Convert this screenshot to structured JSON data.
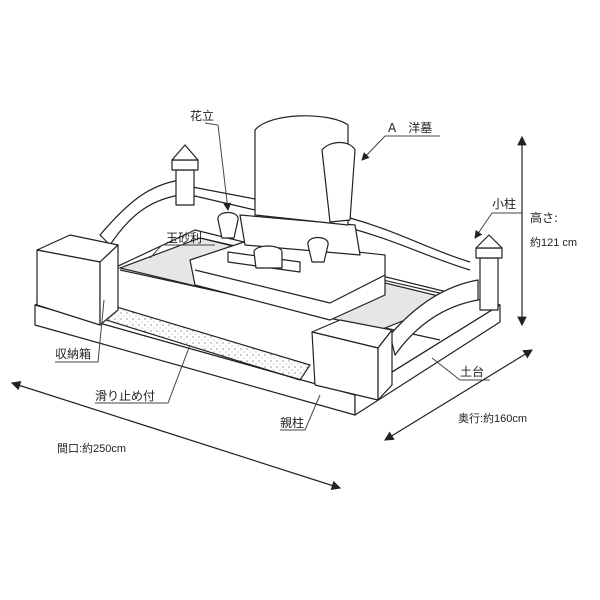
{
  "labels": {
    "flower_vase": "花立",
    "western_grave": "A　洋墓",
    "small_pillar": "小柱",
    "height_label": "高さ:",
    "height_value": "約121 cm",
    "gravel": "玉砂利",
    "storage_box": "収納箱",
    "anti_slip": "滑り止め付",
    "main_pillar": "親柱",
    "foundation": "土台",
    "depth": "奥行:約160cm",
    "width": "間口:約250cm"
  }
}
